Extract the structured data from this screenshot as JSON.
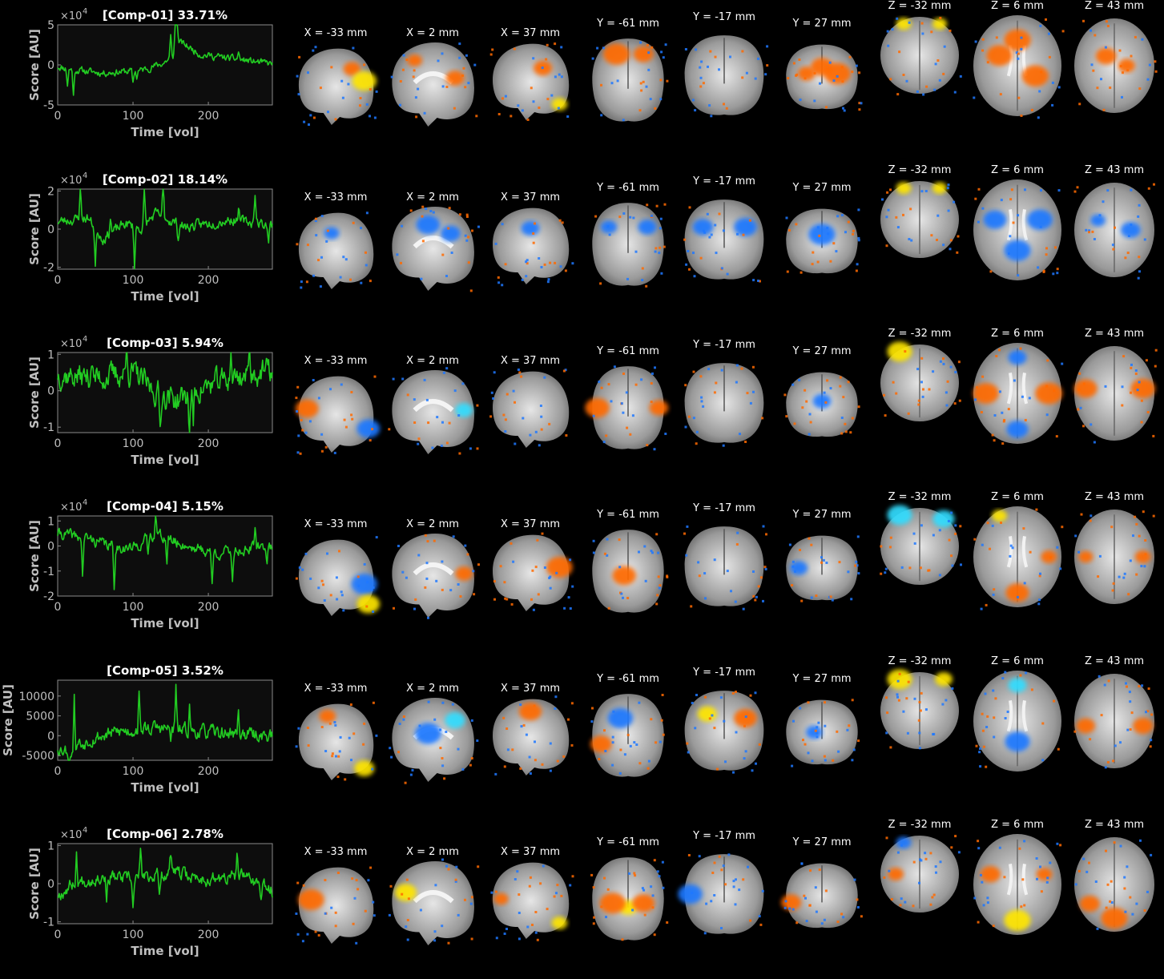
{
  "colors": {
    "background": "#000000",
    "trace": "#22cc22",
    "axes_bg": "#0d0d0d",
    "axis_text": "#bfbfbf",
    "positive": "#ff6a00",
    "positive_hot": "#ffe600",
    "negative": "#1e78ff",
    "negative_hot": "#33ddff"
  },
  "slice_labels": [
    "X = -33 mm",
    "X = 2 mm",
    "X = 37 mm",
    "Y = -61 mm",
    "Y = -17 mm",
    "Y = 27 mm",
    "Z = -32 mm",
    "Z = 6 mm",
    "Z = 43 mm"
  ],
  "chart_data": [
    {
      "type": "line",
      "title": "[Comp-01] 33.71%",
      "xlabel": "Time [vol]",
      "ylabel": "Score [AU]",
      "y_exponent": "×10",
      "y_exponent_power": "4",
      "xlim": [
        0,
        285
      ],
      "ylim": [
        -5,
        5
      ],
      "xticks": [
        0,
        100,
        200
      ],
      "yticks": [
        5,
        0,
        -5
      ],
      "xtick_labels": [
        "0",
        "100",
        "200"
      ],
      "ytick_labels": [
        "5",
        "0",
        "-5"
      ],
      "seed": 11,
      "noise": 0.35,
      "baseline": 0.0,
      "events": [
        [
          13,
          -2.0
        ],
        [
          21,
          -3.2
        ],
        [
          100,
          -1.5
        ],
        [
          105,
          -0.8
        ],
        [
          150,
          2.6
        ],
        [
          156,
          3.6
        ],
        [
          158,
          4.6
        ],
        [
          240,
          1.0
        ]
      ],
      "trend": [
        [
          0,
          -0.2
        ],
        [
          20,
          -0.6
        ],
        [
          60,
          -1.0
        ],
        [
          110,
          -0.7
        ],
        [
          140,
          0.2
        ],
        [
          155,
          1.2
        ],
        [
          160,
          3.0
        ],
        [
          190,
          1.3
        ],
        [
          285,
          0.1
        ]
      ]
    },
    {
      "type": "line",
      "title": "[Comp-02] 18.14%",
      "xlabel": "Time [vol]",
      "ylabel": "Score [AU]",
      "y_exponent": "×10",
      "y_exponent_power": "4",
      "xlim": [
        0,
        285
      ],
      "ylim": [
        -2.1,
        2.1
      ],
      "xticks": [
        0,
        100,
        200
      ],
      "yticks": [
        2,
        0,
        -2
      ],
      "xtick_labels": [
        "0",
        "100",
        "200"
      ],
      "ytick_labels": [
        "2",
        "0",
        "-2"
      ],
      "seed": 23,
      "noise": 0.22,
      "baseline": 0.0,
      "events": [
        [
          30,
          1.8
        ],
        [
          50,
          -2.0
        ],
        [
          70,
          0.9
        ],
        [
          102,
          -2.0
        ],
        [
          115,
          1.8
        ],
        [
          140,
          1.7
        ],
        [
          160,
          -0.8
        ],
        [
          240,
          0.6
        ],
        [
          262,
          1.7
        ],
        [
          280,
          -0.9
        ]
      ],
      "trend": [
        [
          0,
          0.4
        ],
        [
          40,
          0.6
        ],
        [
          60,
          -0.5
        ],
        [
          90,
          0.3
        ],
        [
          110,
          0.0
        ],
        [
          130,
          0.8
        ],
        [
          170,
          0.1
        ],
        [
          230,
          0.5
        ],
        [
          285,
          0.2
        ]
      ]
    },
    {
      "type": "line",
      "title": "[Comp-03] 5.94%",
      "xlabel": "Time [vol]",
      "ylabel": "Score [AU]",
      "y_exponent": "×10",
      "y_exponent_power": "4",
      "xlim": [
        0,
        285
      ],
      "ylim": [
        -1.15,
        1.05
      ],
      "xticks": [
        0,
        100,
        200
      ],
      "yticks": [
        1,
        0,
        -1
      ],
      "xtick_labels": [
        "0",
        "100",
        "200"
      ],
      "ytick_labels": [
        "1",
        "0",
        "-1"
      ],
      "seed": 37,
      "noise": 0.28,
      "baseline": 0.15,
      "events": [
        [
          45,
          0.6
        ],
        [
          92,
          0.9
        ],
        [
          136,
          -1.0
        ],
        [
          175,
          -1.1
        ],
        [
          180,
          -0.9
        ],
        [
          230,
          0.7
        ],
        [
          255,
          0.8
        ]
      ],
      "trend": [
        [
          0,
          0.3
        ],
        [
          50,
          0.2
        ],
        [
          100,
          0.35
        ],
        [
          130,
          -0.2
        ],
        [
          160,
          -0.4
        ],
        [
          190,
          -0.1
        ],
        [
          230,
          0.2
        ],
        [
          285,
          0.4
        ]
      ]
    },
    {
      "type": "line",
      "title": "[Comp-04] 5.15%",
      "xlabel": "Time [vol]",
      "ylabel": "Score [AU]",
      "y_exponent": "×10",
      "y_exponent_power": "4",
      "xlim": [
        0,
        285
      ],
      "ylim": [
        -2,
        1.2
      ],
      "xticks": [
        0,
        100,
        200
      ],
      "yticks": [
        1,
        0,
        -1,
        -2
      ],
      "xtick_labels": [
        "0",
        "100",
        "200"
      ],
      "ytick_labels": [
        "1",
        "0",
        "-1",
        "-2"
      ],
      "seed": 41,
      "noise": 0.18,
      "baseline": 0.0,
      "events": [
        [
          33,
          -1.5
        ],
        [
          75,
          -1.6
        ],
        [
          120,
          -0.6
        ],
        [
          130,
          1.0
        ],
        [
          145,
          -1.0
        ],
        [
          205,
          -1.3
        ],
        [
          232,
          -1.1
        ],
        [
          262,
          0.8
        ],
        [
          278,
          -0.5
        ]
      ],
      "trend": [
        [
          0,
          0.5
        ],
        [
          40,
          0.3
        ],
        [
          70,
          0.0
        ],
        [
          100,
          -0.1
        ],
        [
          130,
          0.5
        ],
        [
          160,
          0.1
        ],
        [
          210,
          -0.3
        ],
        [
          285,
          0.0
        ]
      ]
    },
    {
      "type": "line",
      "title": "[Comp-05] 3.52%",
      "xlabel": "Time [vol]",
      "ylabel": "Score [AU]",
      "y_exponent": "",
      "y_exponent_power": "",
      "xlim": [
        0,
        285
      ],
      "ylim": [
        -6200,
        14000
      ],
      "xticks": [
        0,
        100,
        200
      ],
      "yticks": [
        10000,
        5000,
        0,
        -5000
      ],
      "xtick_labels": [
        "0",
        "100",
        "200"
      ],
      "ytick_labels": [
        "10000",
        "5000",
        "0",
        "-5000"
      ],
      "seed": 53,
      "noise": 1400,
      "baseline": 0,
      "events": [
        [
          15,
          -5000
        ],
        [
          22,
          13500
        ],
        [
          28,
          2000
        ],
        [
          108,
          8500
        ],
        [
          150,
          -2500
        ],
        [
          157,
          10500
        ],
        [
          175,
          6000
        ],
        [
          240,
          5500
        ]
      ],
      "trend": [
        [
          0,
          -3000
        ],
        [
          20,
          -4000
        ],
        [
          40,
          -1000
        ],
        [
          80,
          1000
        ],
        [
          130,
          2000
        ],
        [
          180,
          1000
        ],
        [
          240,
          500
        ],
        [
          285,
          0
        ]
      ]
    },
    {
      "type": "line",
      "title": "[Comp-06] 2.78%",
      "xlabel": "Time [vol]",
      "ylabel": "Score [AU]",
      "y_exponent": "×10",
      "y_exponent_power": "4",
      "xlim": [
        0,
        285
      ],
      "ylim": [
        -1.05,
        1.05
      ],
      "xticks": [
        0,
        100,
        200
      ],
      "yticks": [
        1,
        0,
        -1
      ],
      "xtick_labels": [
        "0",
        "100",
        "200"
      ],
      "ytick_labels": [
        "1",
        "0",
        "-1"
      ],
      "seed": 67,
      "noise": 0.14,
      "baseline": 0.1,
      "events": [
        [
          25,
          0.7
        ],
        [
          65,
          -0.6
        ],
        [
          100,
          -0.8
        ],
        [
          110,
          0.9
        ],
        [
          135,
          -0.6
        ],
        [
          150,
          0.5
        ],
        [
          238,
          0.6
        ],
        [
          270,
          -0.5
        ]
      ],
      "trend": [
        [
          0,
          -0.4
        ],
        [
          20,
          -0.1
        ],
        [
          60,
          0.1
        ],
        [
          100,
          0.0
        ],
        [
          150,
          0.2
        ],
        [
          200,
          0.0
        ],
        [
          250,
          0.1
        ],
        [
          285,
          -0.3
        ]
      ]
    }
  ],
  "brain_maps": [
    {
      "spots": [
        [
          "s0",
          0.7,
          0.3,
          "pos"
        ],
        [
          "s0",
          0.85,
          0.45,
          "hot"
        ],
        [
          "s1",
          0.3,
          0.25,
          "pos"
        ],
        [
          "s1",
          0.75,
          0.45,
          "pos"
        ],
        [
          "s2",
          0.65,
          0.35,
          "pos"
        ],
        [
          "s2",
          0.85,
          0.8,
          "hot"
        ],
        [
          "c0",
          0.35,
          0.2,
          "pos"
        ],
        [
          "c0",
          0.7,
          0.2,
          "pos"
        ],
        [
          "c2",
          0.5,
          0.35,
          "pos"
        ],
        [
          "c2",
          0.3,
          0.45,
          "pos"
        ],
        [
          "c2",
          0.7,
          0.45,
          "pos"
        ],
        [
          "a0",
          0.3,
          0.1,
          "hot"
        ],
        [
          "a0",
          0.75,
          0.1,
          "hot"
        ],
        [
          "a1",
          0.5,
          0.25,
          "pos"
        ],
        [
          "a1",
          0.3,
          0.4,
          "pos"
        ],
        [
          "a1",
          0.7,
          0.6,
          "pos"
        ],
        [
          "a2",
          0.4,
          0.4,
          "pos"
        ],
        [
          "a2",
          0.65,
          0.5,
          "pos"
        ]
      ]
    },
    {
      "spots": [
        [
          "s0",
          0.45,
          0.3,
          "neg"
        ],
        [
          "s1",
          0.45,
          0.25,
          "neg"
        ],
        [
          "s1",
          0.7,
          0.35,
          "neg"
        ],
        [
          "s2",
          0.5,
          0.3,
          "neg"
        ],
        [
          "c0",
          0.25,
          0.3,
          "neg"
        ],
        [
          "c0",
          0.75,
          0.3,
          "neg"
        ],
        [
          "c1",
          0.25,
          0.35,
          "neg"
        ],
        [
          "c1",
          0.75,
          0.35,
          "neg"
        ],
        [
          "c2",
          0.5,
          0.4,
          "neg"
        ],
        [
          "a0",
          0.3,
          0.1,
          "hot"
        ],
        [
          "a0",
          0.75,
          0.1,
          "hot"
        ],
        [
          "a1",
          0.5,
          0.7,
          "neg"
        ],
        [
          "a1",
          0.25,
          0.4,
          "neg"
        ],
        [
          "a1",
          0.75,
          0.4,
          "neg"
        ],
        [
          "a2",
          0.3,
          0.4,
          "neg"
        ],
        [
          "a2",
          0.7,
          0.5,
          "neg"
        ]
      ]
    },
    {
      "spots": [
        [
          "s0",
          0.15,
          0.45,
          "pos"
        ],
        [
          "s0",
          0.9,
          0.7,
          "neg"
        ],
        [
          "s1",
          0.85,
          0.5,
          "hot2"
        ],
        [
          "c0",
          0.1,
          0.5,
          "pos"
        ],
        [
          "c0",
          0.9,
          0.5,
          "pos"
        ],
        [
          "c2",
          0.5,
          0.45,
          "neg"
        ],
        [
          "a0",
          0.25,
          0.1,
          "hot"
        ],
        [
          "a1",
          0.5,
          0.15,
          "neg"
        ],
        [
          "a1",
          0.15,
          0.5,
          "pos"
        ],
        [
          "a1",
          0.85,
          0.5,
          "pos"
        ],
        [
          "a1",
          0.5,
          0.85,
          "neg"
        ],
        [
          "a2",
          0.15,
          0.45,
          "pos"
        ],
        [
          "a2",
          0.85,
          0.45,
          "pos"
        ]
      ]
    },
    {
      "spots": [
        [
          "s0",
          0.85,
          0.6,
          "neg"
        ],
        [
          "s0",
          0.9,
          0.85,
          "hot"
        ],
        [
          "s1",
          0.85,
          0.5,
          "pos"
        ],
        [
          "s2",
          0.85,
          0.45,
          "pos"
        ],
        [
          "c0",
          0.45,
          0.55,
          "pos"
        ],
        [
          "c2",
          0.2,
          0.5,
          "neg"
        ],
        [
          "a0",
          0.25,
          0.1,
          "hot2"
        ],
        [
          "a0",
          0.8,
          0.15,
          "hot2"
        ],
        [
          "a1",
          0.3,
          0.1,
          "hot"
        ],
        [
          "a1",
          0.85,
          0.5,
          "pos"
        ],
        [
          "a1",
          0.5,
          0.85,
          "pos"
        ],
        [
          "a2",
          0.15,
          0.5,
          "pos"
        ],
        [
          "a2",
          0.85,
          0.5,
          "pos"
        ]
      ]
    },
    {
      "spots": [
        [
          "s0",
          0.4,
          0.2,
          "pos"
        ],
        [
          "s0",
          0.85,
          0.85,
          "hot"
        ],
        [
          "s1",
          0.75,
          0.3,
          "hot2"
        ],
        [
          "s1",
          0.45,
          0.45,
          "neg"
        ],
        [
          "s2",
          0.5,
          0.2,
          "pos"
        ],
        [
          "c0",
          0.4,
          0.3,
          "neg"
        ],
        [
          "c0",
          0.15,
          0.6,
          "pos"
        ],
        [
          "c1",
          0.3,
          0.3,
          "hot"
        ],
        [
          "c1",
          0.75,
          0.35,
          "pos"
        ],
        [
          "c2",
          0.4,
          0.5,
          "neg"
        ],
        [
          "a0",
          0.25,
          0.1,
          "hot"
        ],
        [
          "a0",
          0.8,
          0.1,
          "hot"
        ],
        [
          "a1",
          0.5,
          0.15,
          "hot2"
        ],
        [
          "a1",
          0.5,
          0.7,
          "neg"
        ],
        [
          "a2",
          0.15,
          0.55,
          "pos"
        ],
        [
          "a2",
          0.85,
          0.55,
          "pos"
        ]
      ]
    },
    {
      "spots": [
        [
          "s0",
          0.2,
          0.45,
          "pos"
        ],
        [
          "s1",
          0.2,
          0.4,
          "hot"
        ],
        [
          "s2",
          0.15,
          0.5,
          "pos"
        ],
        [
          "s2",
          0.85,
          0.8,
          "hot"
        ],
        [
          "c0",
          0.5,
          0.6,
          "hot"
        ],
        [
          "c0",
          0.3,
          0.55,
          "pos"
        ],
        [
          "c0",
          0.7,
          0.55,
          "pos"
        ],
        [
          "c1",
          0.1,
          0.5,
          "neg"
        ],
        [
          "c2",
          0.1,
          0.6,
          "pos"
        ],
        [
          "a0",
          0.3,
          0.1,
          "neg"
        ],
        [
          "a0",
          0.2,
          0.5,
          "pos"
        ],
        [
          "a1",
          0.5,
          0.85,
          "hot"
        ],
        [
          "a1",
          0.2,
          0.4,
          "pos"
        ],
        [
          "a1",
          0.8,
          0.4,
          "pos"
        ],
        [
          "a2",
          0.5,
          0.85,
          "pos"
        ],
        [
          "a2",
          0.2,
          0.7,
          "pos"
        ]
      ]
    }
  ]
}
